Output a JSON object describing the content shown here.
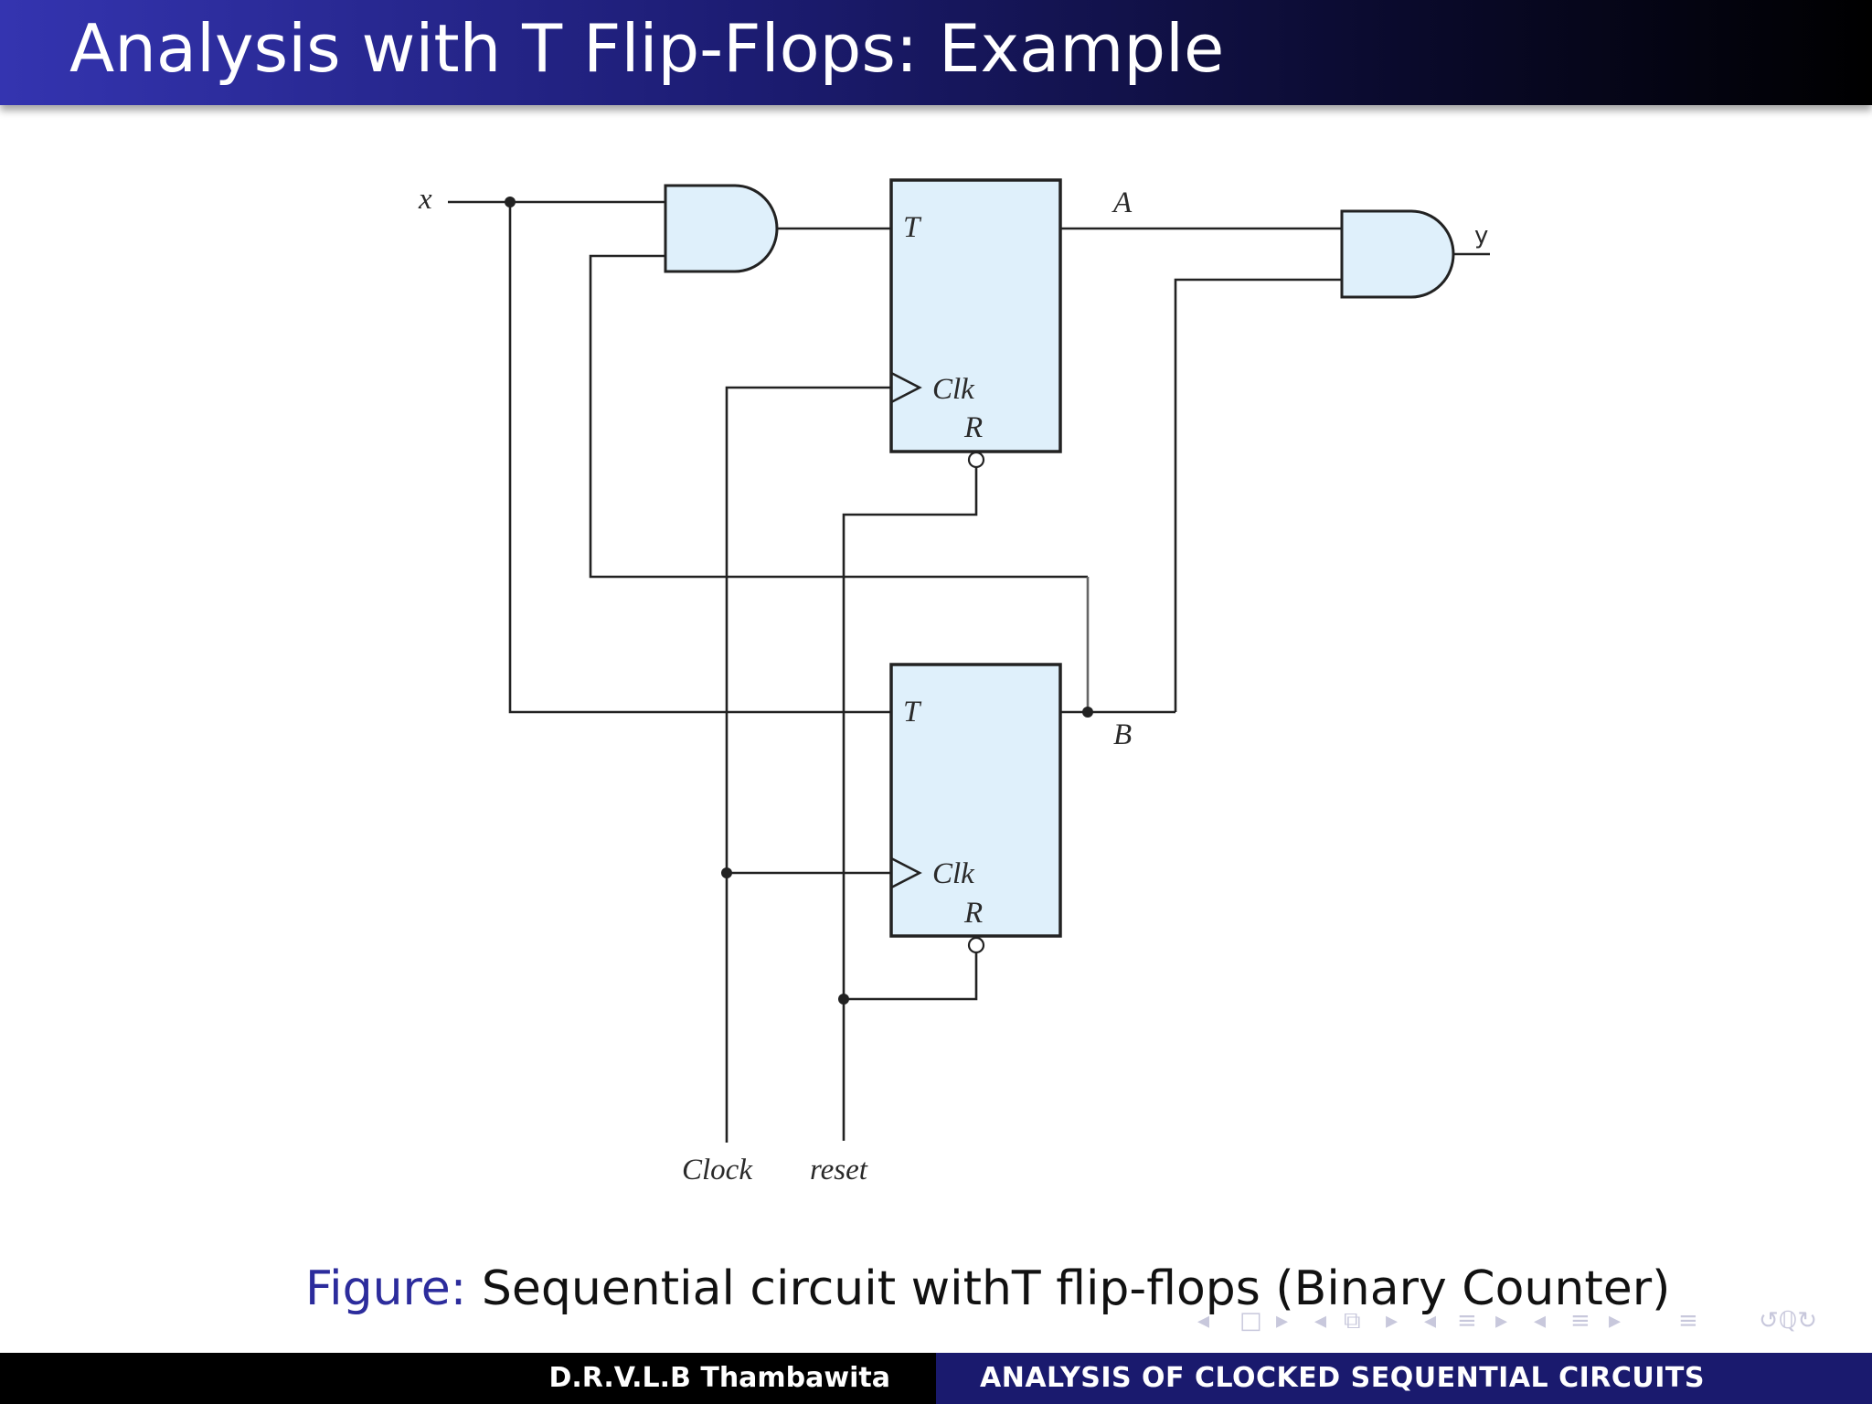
{
  "title": "Analysis with T Flip-Flops: Example",
  "diagram": {
    "input_x": "x",
    "output_a": "A",
    "output_b": "B",
    "output_y": "y",
    "ff_a": {
      "t_label": "T",
      "clk_label": "Clk",
      "r_label": "R"
    },
    "ff_b": {
      "t_label": "T",
      "clk_label": "Clk",
      "r_label": "R"
    },
    "clock_label": "Clock",
    "reset_label": "reset"
  },
  "caption": {
    "prefix": "Figure:",
    "text": "Sequential circuit withT flip-flops (Binary Counter)"
  },
  "nav": {
    "first": "◂",
    "frame": "□",
    "next": "▸",
    "prev_sec": "◂",
    "section": "⧉",
    "next_sec": "▸",
    "prev_sub": "◂",
    "subsection": "≡",
    "next_sub": "▸",
    "prev_slide": "◂",
    "slide": "≡",
    "next_slide": "▸",
    "menu": "≡",
    "search": "↺ℚ↻"
  },
  "footer": {
    "author": "D.R.V.L.B Thambawita",
    "section": "ANALYSIS OF CLOCKED SEQUENTIAL CIRCUITS"
  },
  "colors": {
    "title_bar_start": "#3434b0",
    "title_bar_end": "#000000",
    "box_fill": "#dff0fb",
    "caption_prefix": "#2c2c9c",
    "footer_right": "#1a1a6e"
  }
}
